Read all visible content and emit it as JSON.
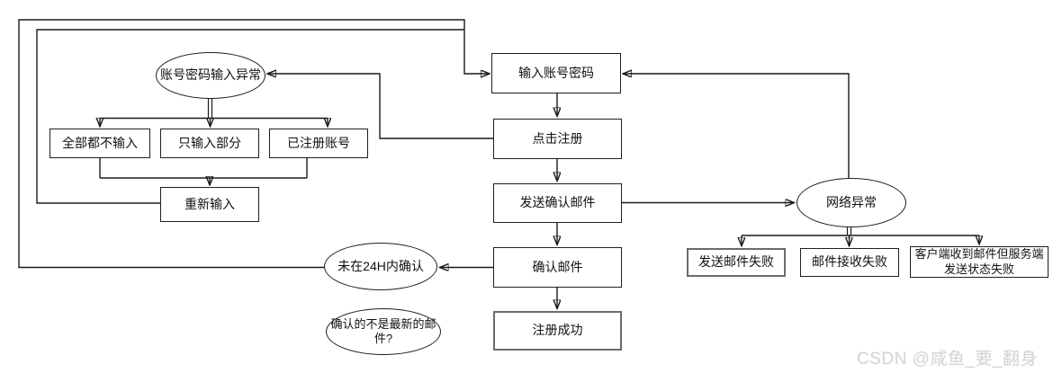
{
  "diagram": {
    "nodes": {
      "account_error": "账号密码输入异常",
      "no_input": "全部都不输入",
      "partial_input": "只输入部分",
      "registered": "已注册账号",
      "reinput": "重新输入",
      "enter_credentials": "输入账号密码",
      "click_register": "点击注册",
      "send_email": "发送确认邮件",
      "confirm_email": "确认邮件",
      "register_success": "注册成功",
      "network_error": "网络异常",
      "send_fail": "发送邮件失败",
      "receive_fail": "邮件接收失败",
      "client_received_fail": "客户端收到邮件但服务端发送状态失败",
      "not_confirmed_24h": "未在24H内确认",
      "not_latest_mail": "确认的不是最新的邮件?"
    },
    "edges": [
      {
        "from": "账号密码输入异常",
        "to": "全部都不输入"
      },
      {
        "from": "账号密码输入异常",
        "to": "只输入部分"
      },
      {
        "from": "账号密码输入异常",
        "to": "已注册账号"
      },
      {
        "from": "全部都不输入",
        "to": "重新输入"
      },
      {
        "from": "只输入部分",
        "to": "重新输入"
      },
      {
        "from": "已注册账号",
        "to": "重新输入"
      },
      {
        "from": "重新输入",
        "to": "输入账号密码"
      },
      {
        "from": "输入账号密码",
        "to": "点击注册"
      },
      {
        "from": "点击注册",
        "to": "账号密码输入异常"
      },
      {
        "from": "点击注册",
        "to": "发送确认邮件"
      },
      {
        "from": "发送确认邮件",
        "to": "网络异常"
      },
      {
        "from": "发送确认邮件",
        "to": "确认邮件"
      },
      {
        "from": "网络异常",
        "to": "输入账号密码"
      },
      {
        "from": "网络异常",
        "to": "发送邮件失败"
      },
      {
        "from": "网络异常",
        "to": "邮件接收失败"
      },
      {
        "from": "网络异常",
        "to": "客户端收到邮件但服务端发送状态失败"
      },
      {
        "from": "确认邮件",
        "to": "未在24H内确认"
      },
      {
        "from": "未在24H内确认",
        "to": "输入账号密码"
      },
      {
        "from": "确认邮件",
        "to": "注册成功"
      }
    ],
    "colors": {
      "stroke": "#1a1a1a",
      "background": "#ffffff",
      "watermark": "#d4d4d4"
    }
  },
  "watermark": {
    "text": "CSDN @咸鱼_要_翻身"
  }
}
